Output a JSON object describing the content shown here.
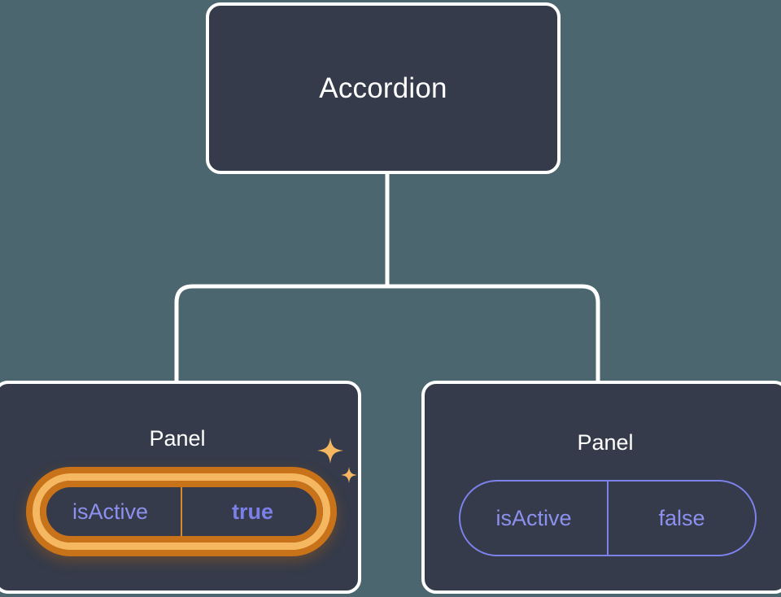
{
  "canvas": {
    "background_color": "#4c6670",
    "node_fill_color": "#353b4a",
    "node_border_color": "#ffffff",
    "edge_color": "#ffffff",
    "prop_accent_color": "#7d82ea",
    "highlight_outer_color": "#c8721a",
    "highlight_inner_color": "#f5b860",
    "sparkle_color": "#f5b860"
  },
  "tree": {
    "root": {
      "title": "Accordion"
    },
    "children": [
      {
        "title": "Panel",
        "highlighted": true,
        "prop": {
          "name": "isActive",
          "value": "true"
        }
      },
      {
        "title": "Panel",
        "highlighted": false,
        "prop": {
          "name": "isActive",
          "value": "false"
        }
      }
    ]
  },
  "icons": {
    "sparkle_large": "sparkle-icon",
    "sparkle_small": "sparkle-small-icon"
  }
}
